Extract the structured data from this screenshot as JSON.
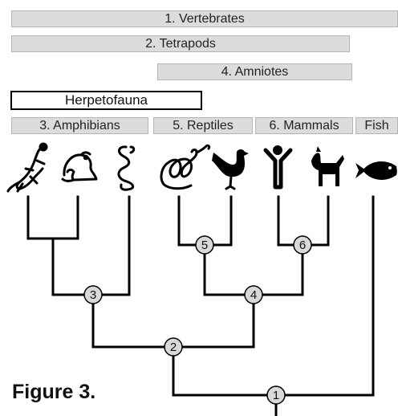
{
  "groups": {
    "vertebrates": "1. Vertebrates",
    "tetrapods": "2. Tetrapods",
    "amniotes": "4. Amniotes",
    "herpetofauna": "Herpetofauna",
    "amphibians": "3. Amphibians",
    "reptiles": "5. Reptiles",
    "mammals": "6. Mammals",
    "fish": "Fish"
  },
  "animals": {
    "salamander": "salamander-icon",
    "frog": "frog-icon",
    "caecilian": "caecilian-icon",
    "snake": "snake-icon",
    "bird": "bird-icon",
    "human": "human-icon",
    "dog": "dog-icon",
    "fish": "fish-icon"
  },
  "nodes": [
    "1",
    "2",
    "3",
    "4",
    "5",
    "6"
  ],
  "caption": "Figure 3.",
  "colors": {
    "bar_fill": "#dcdcdc",
    "node_fill": "#d9d9d9",
    "line": "#000000"
  }
}
